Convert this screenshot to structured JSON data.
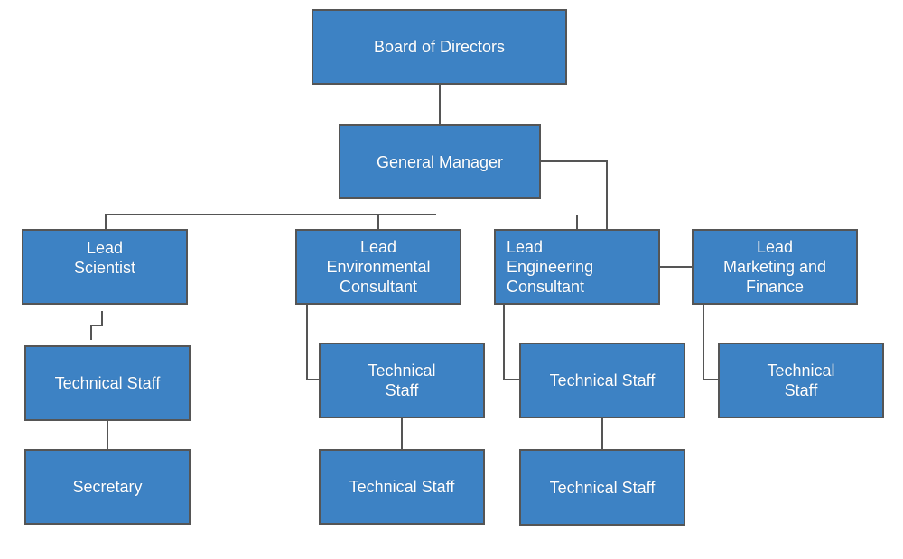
{
  "org_chart": {
    "colors": {
      "box_fill": "#3d82c4",
      "box_border": "#555555",
      "connector": "#555555",
      "text": "#ffffff"
    },
    "nodes": {
      "board": "Board of Directors",
      "gm": "General Manager",
      "lead_scientist": "Lead\nScientist",
      "lead_env": "Lead\nEnvironmental\nConsultant",
      "lead_eng": "Lead\nEngineering\nConsultant",
      "lead_mkt": "Lead\nMarketing and\nFinance",
      "sci_staff": "Technical Staff",
      "secretary": "Secretary",
      "env_staff_1": "Technical\nStaff",
      "env_staff_2": "Technical Staff",
      "eng_staff_1": "Technical Staff",
      "eng_staff_2": "Technical Staff",
      "mkt_staff": "Technical\nStaff"
    }
  }
}
